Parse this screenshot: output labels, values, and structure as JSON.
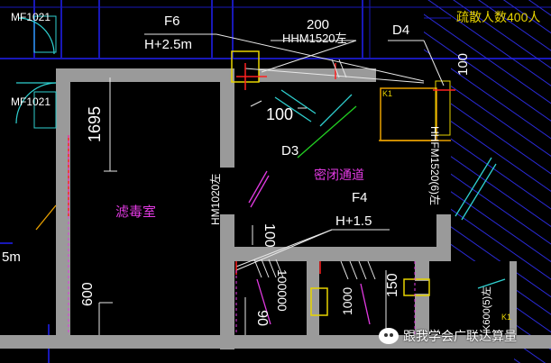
{
  "labels": {
    "mf_top": "MF1021",
    "mf_mid": "MF1021",
    "f6": "F6",
    "f6_elev": "H+2.5m",
    "dim_200": "200",
    "door_hhm": "HHM1520左",
    "d4": "D4",
    "evac": "疏散人数400人",
    "dim_100_a": "100",
    "k1_a": "K1",
    "dim_1695": "1695",
    "dim_100_b": "100",
    "d3": "D3",
    "hhfm": "HHFM1520(6)左",
    "room_decon": "滤毒室",
    "room_corridor": "密闭通道",
    "hm1020": "HM1020左",
    "f4": "F4",
    "f4_elev": "H+1.5",
    "dim_100_c": "100",
    "dim_600": "600",
    "dim_100000": "100000",
    "dim_1000": "1000",
    "dim_150": "150",
    "dim_06": "06",
    "k600": "K600(5)左",
    "k1_b": "K1",
    "left_m": "5m"
  },
  "watermark": {
    "icon": "wechat-icon",
    "text": "跟我学会广联达算量"
  },
  "colors": {
    "background": "#000000",
    "wall": "#9a9a9a",
    "text_white": "#ffffff",
    "text_magenta": "#e23ae2",
    "accent_yellow": "#e8d400",
    "accent_red": "#ff2020",
    "hatch_blue": "#2a2ad6",
    "grid_blue": "#1818b8"
  }
}
